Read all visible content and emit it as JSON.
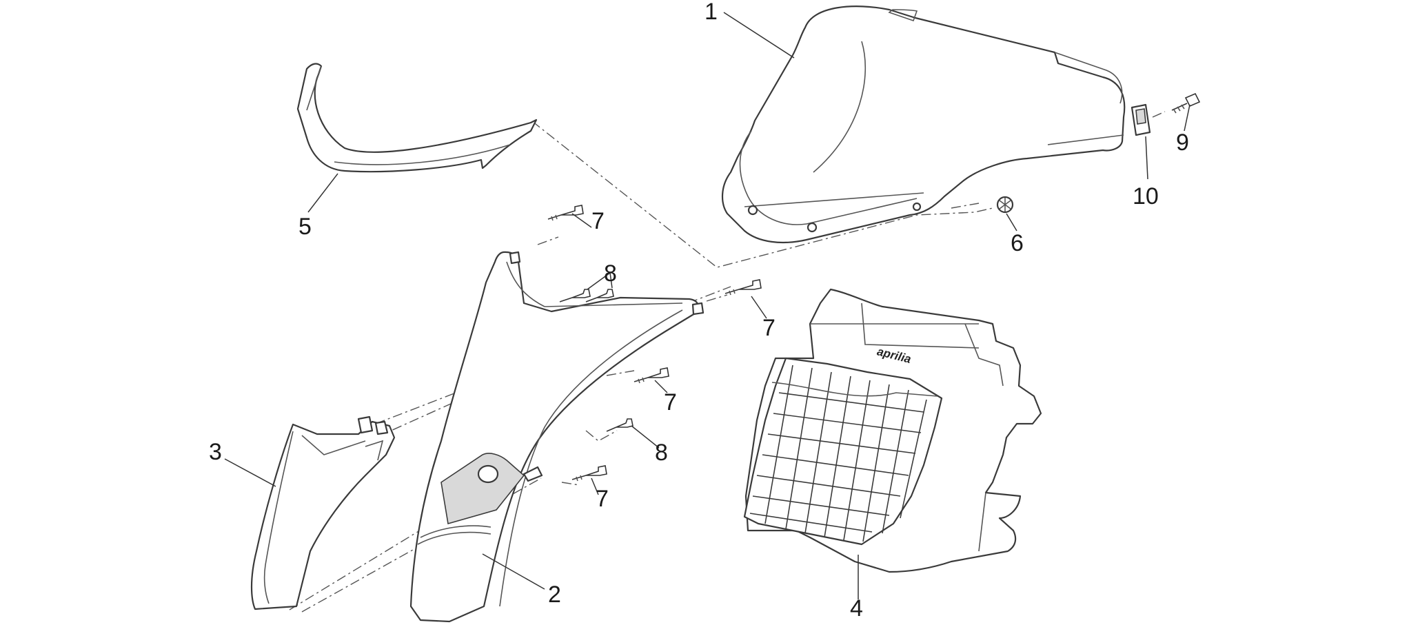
{
  "diagram": {
    "type": "exploded parts diagram",
    "logo_text": "aprilia",
    "callouts": {
      "windshield_cover": "1",
      "front_shield": "2",
      "lower_cover": "3",
      "radiator_grille": "4",
      "upper_trim": "5",
      "grommet": "6",
      "screw_top": "7",
      "screw_right": "7",
      "screw_mid": "7",
      "screw_low": "7",
      "small_screw_upper": "8",
      "small_screw_lower": "8",
      "screw_far_right": "9",
      "clip_nut": "10"
    }
  }
}
